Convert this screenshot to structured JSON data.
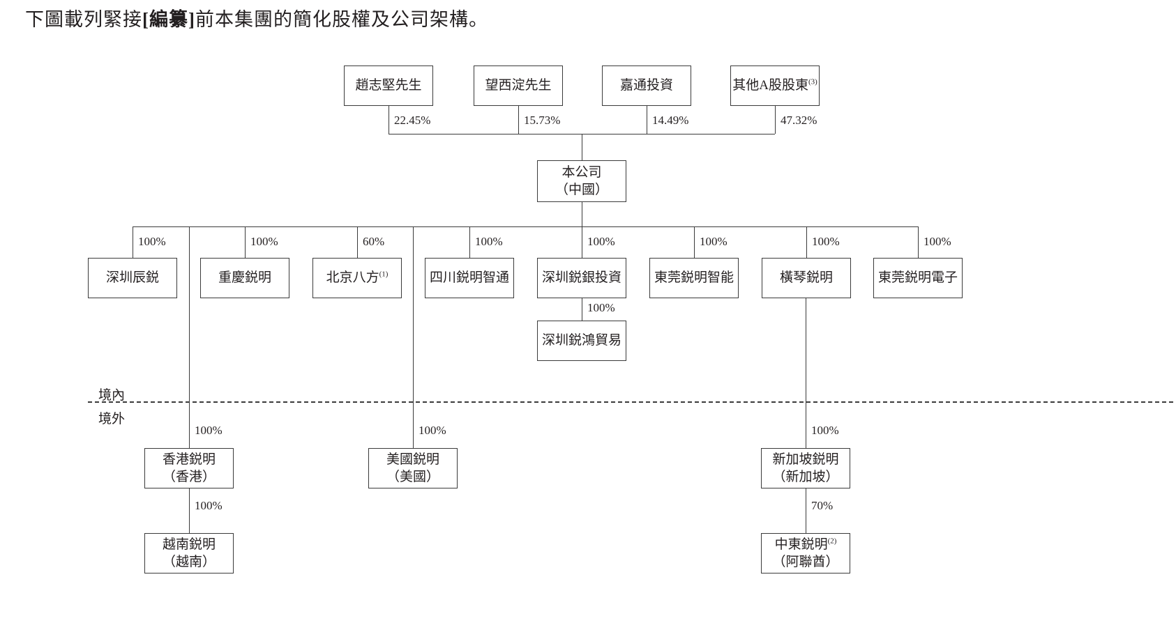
{
  "heading": {
    "prefix": "下圖載列緊接",
    "bold": "[編纂]",
    "suffix": "前本集團的簡化股權及公司架構。"
  },
  "zones": {
    "onshore": "境內",
    "offshore": "境外"
  },
  "chart_data": {
    "type": "diagram",
    "title": "下圖載列緊接[編纂]前本集團的簡化股權及公司架構。",
    "shareholders": [
      {
        "name": "趙志堅先生",
        "stake": "22.45%"
      },
      {
        "name": "望西淀先生",
        "stake": "15.73%"
      },
      {
        "name": "嘉通投資",
        "stake": "14.49%"
      },
      {
        "name": "其他A股股東",
        "note": "(3)",
        "stake": "47.32%"
      }
    ],
    "company": {
      "name": "本公司",
      "jurisdiction": "（中國）"
    },
    "onshore_subsidiaries": [
      {
        "name": "深圳辰鋭",
        "stake": "100%"
      },
      {
        "name": "重慶鋭明",
        "stake": "100%"
      },
      {
        "name": "北京八方",
        "note": "(1)",
        "stake": "60%"
      },
      {
        "name": "四川鋭明智通",
        "stake": "100%"
      },
      {
        "name": "深圳鋭銀投資",
        "stake": "100%"
      },
      {
        "name": "東莞鋭明智能",
        "stake": "100%"
      },
      {
        "name": "橫琴鋭明",
        "stake": "100%"
      },
      {
        "name": "東莞鋭明電子",
        "stake": "100%"
      }
    ],
    "second_level": [
      {
        "name": "深圳鋭鴻貿易",
        "stake": "100%",
        "parent": "深圳鋭銀投資"
      }
    ],
    "offshore_subsidiaries": [
      {
        "name": "香港鋭明",
        "jurisdiction": "（香港）",
        "stake": "100%",
        "parent": "本公司"
      },
      {
        "name": "美國鋭明",
        "jurisdiction": "（美國）",
        "stake": "100%",
        "parent": "本公司"
      },
      {
        "name": "新加坡鋭明",
        "jurisdiction": "（新加坡）",
        "stake": "100%",
        "parent": "本公司"
      },
      {
        "name": "越南鋭明",
        "jurisdiction": "（越南）",
        "stake": "100%",
        "parent": "香港鋭明"
      },
      {
        "name": "中東鋭明",
        "note": "(2)",
        "jurisdiction": "（阿聯酋）",
        "stake": "70%",
        "parent": "新加坡鋭明"
      }
    ]
  },
  "boxes": {
    "sh0": "趙志堅先生",
    "sh1": "望西淀先生",
    "sh2": "嘉通投資",
    "sh3_name": "其他A股股東",
    "sh3_note": "(3)",
    "company_name": "本公司",
    "company_juris": "（中國）",
    "sub0": "深圳辰鋭",
    "sub1": "重慶鋭明",
    "sub2_name": "北京八方",
    "sub2_note": "(1)",
    "sub3": "四川鋭明智通",
    "sub4": "深圳鋭銀投資",
    "sub5": "東莞鋭明智能",
    "sub6": "橫琴鋭明",
    "sub7": "東莞鋭明電子",
    "sub_ruihong": "深圳鋭鴻貿易",
    "hk_name": "香港鋭明",
    "hk_juris": "（香港）",
    "us_name": "美國鋭明",
    "us_juris": "（美國）",
    "sg_name": "新加坡鋭明",
    "sg_juris": "（新加坡）",
    "vn_name": "越南鋭明",
    "vn_juris": "（越南）",
    "me_name": "中東鋭明",
    "me_note": "(2)",
    "me_juris": "（阿聯酋）"
  },
  "percentages": {
    "p_sh0": "22.45%",
    "p_sh1": "15.73%",
    "p_sh2": "14.49%",
    "p_sh3": "47.32%",
    "p_sub0": "100%",
    "p_sub1": "100%",
    "p_sub2": "60%",
    "p_sub3": "100%",
    "p_sub4": "100%",
    "p_sub5": "100%",
    "p_sub6": "100%",
    "p_sub7": "100%",
    "p_ruihong": "100%",
    "p_hk": "100%",
    "p_us": "100%",
    "p_sg": "100%",
    "p_vn": "100%",
    "p_me": "70%"
  }
}
